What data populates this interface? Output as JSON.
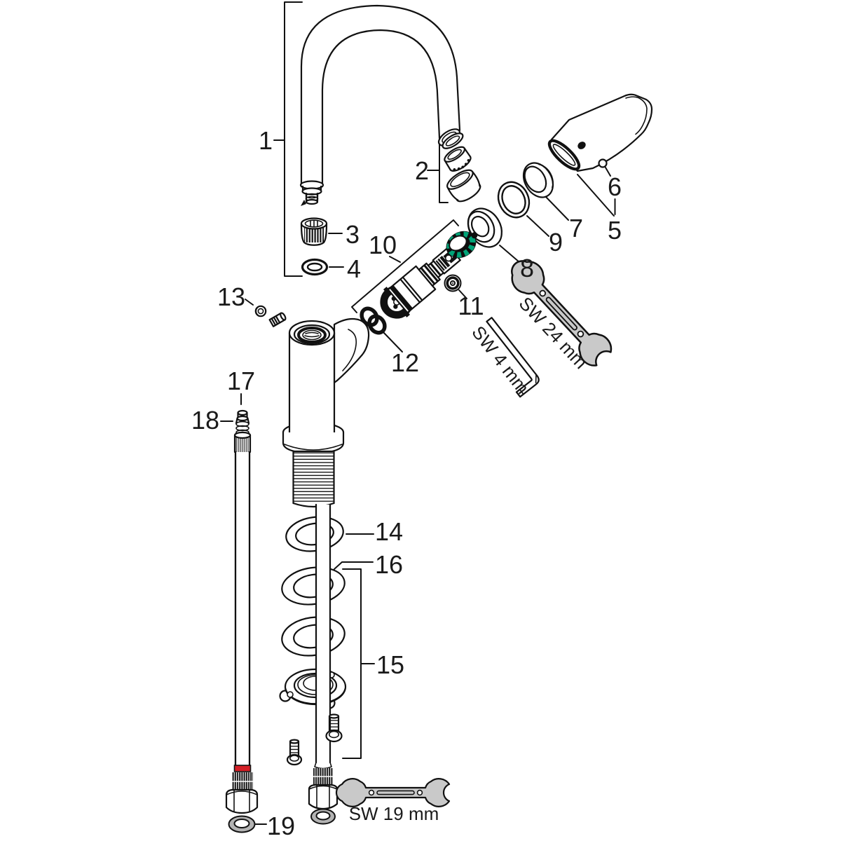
{
  "diagram": {
    "part_labels": {
      "p1": "1",
      "p2": "2",
      "p3": "3",
      "p4": "4",
      "p5": "5",
      "p6": "6",
      "p7": "7",
      "p8": "8",
      "p9": "9",
      "p10": "10",
      "p11": "11",
      "p12": "12",
      "p13": "13",
      "p14": "14",
      "p15": "15",
      "p16": "16",
      "p17": "17",
      "p18": "18",
      "p19": "19"
    },
    "tool_labels": {
      "wrench_large": "SW 24 mm",
      "allen_key": "SW 4 mm",
      "wrench_small": "SW 19 mm"
    },
    "colors": {
      "line": "#111111",
      "label_text": "#1a1a1a",
      "cartridge_green": "#00a478",
      "hose_band_red": "#d41f26",
      "tool_gray": "#c9c9c9",
      "gasket_gray": "#b3b3b3",
      "background": "#ffffff"
    }
  }
}
